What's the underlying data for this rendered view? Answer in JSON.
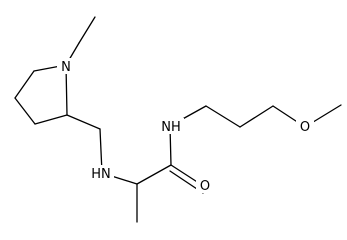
{
  "atoms": {
    "n_ring": "N",
    "nh_amine": "HN",
    "nh_amide": "NH",
    "o_carbonyl": "O",
    "o_ether": "O"
  },
  "colors": {
    "bond": "#000000",
    "background": "#ffffff"
  }
}
